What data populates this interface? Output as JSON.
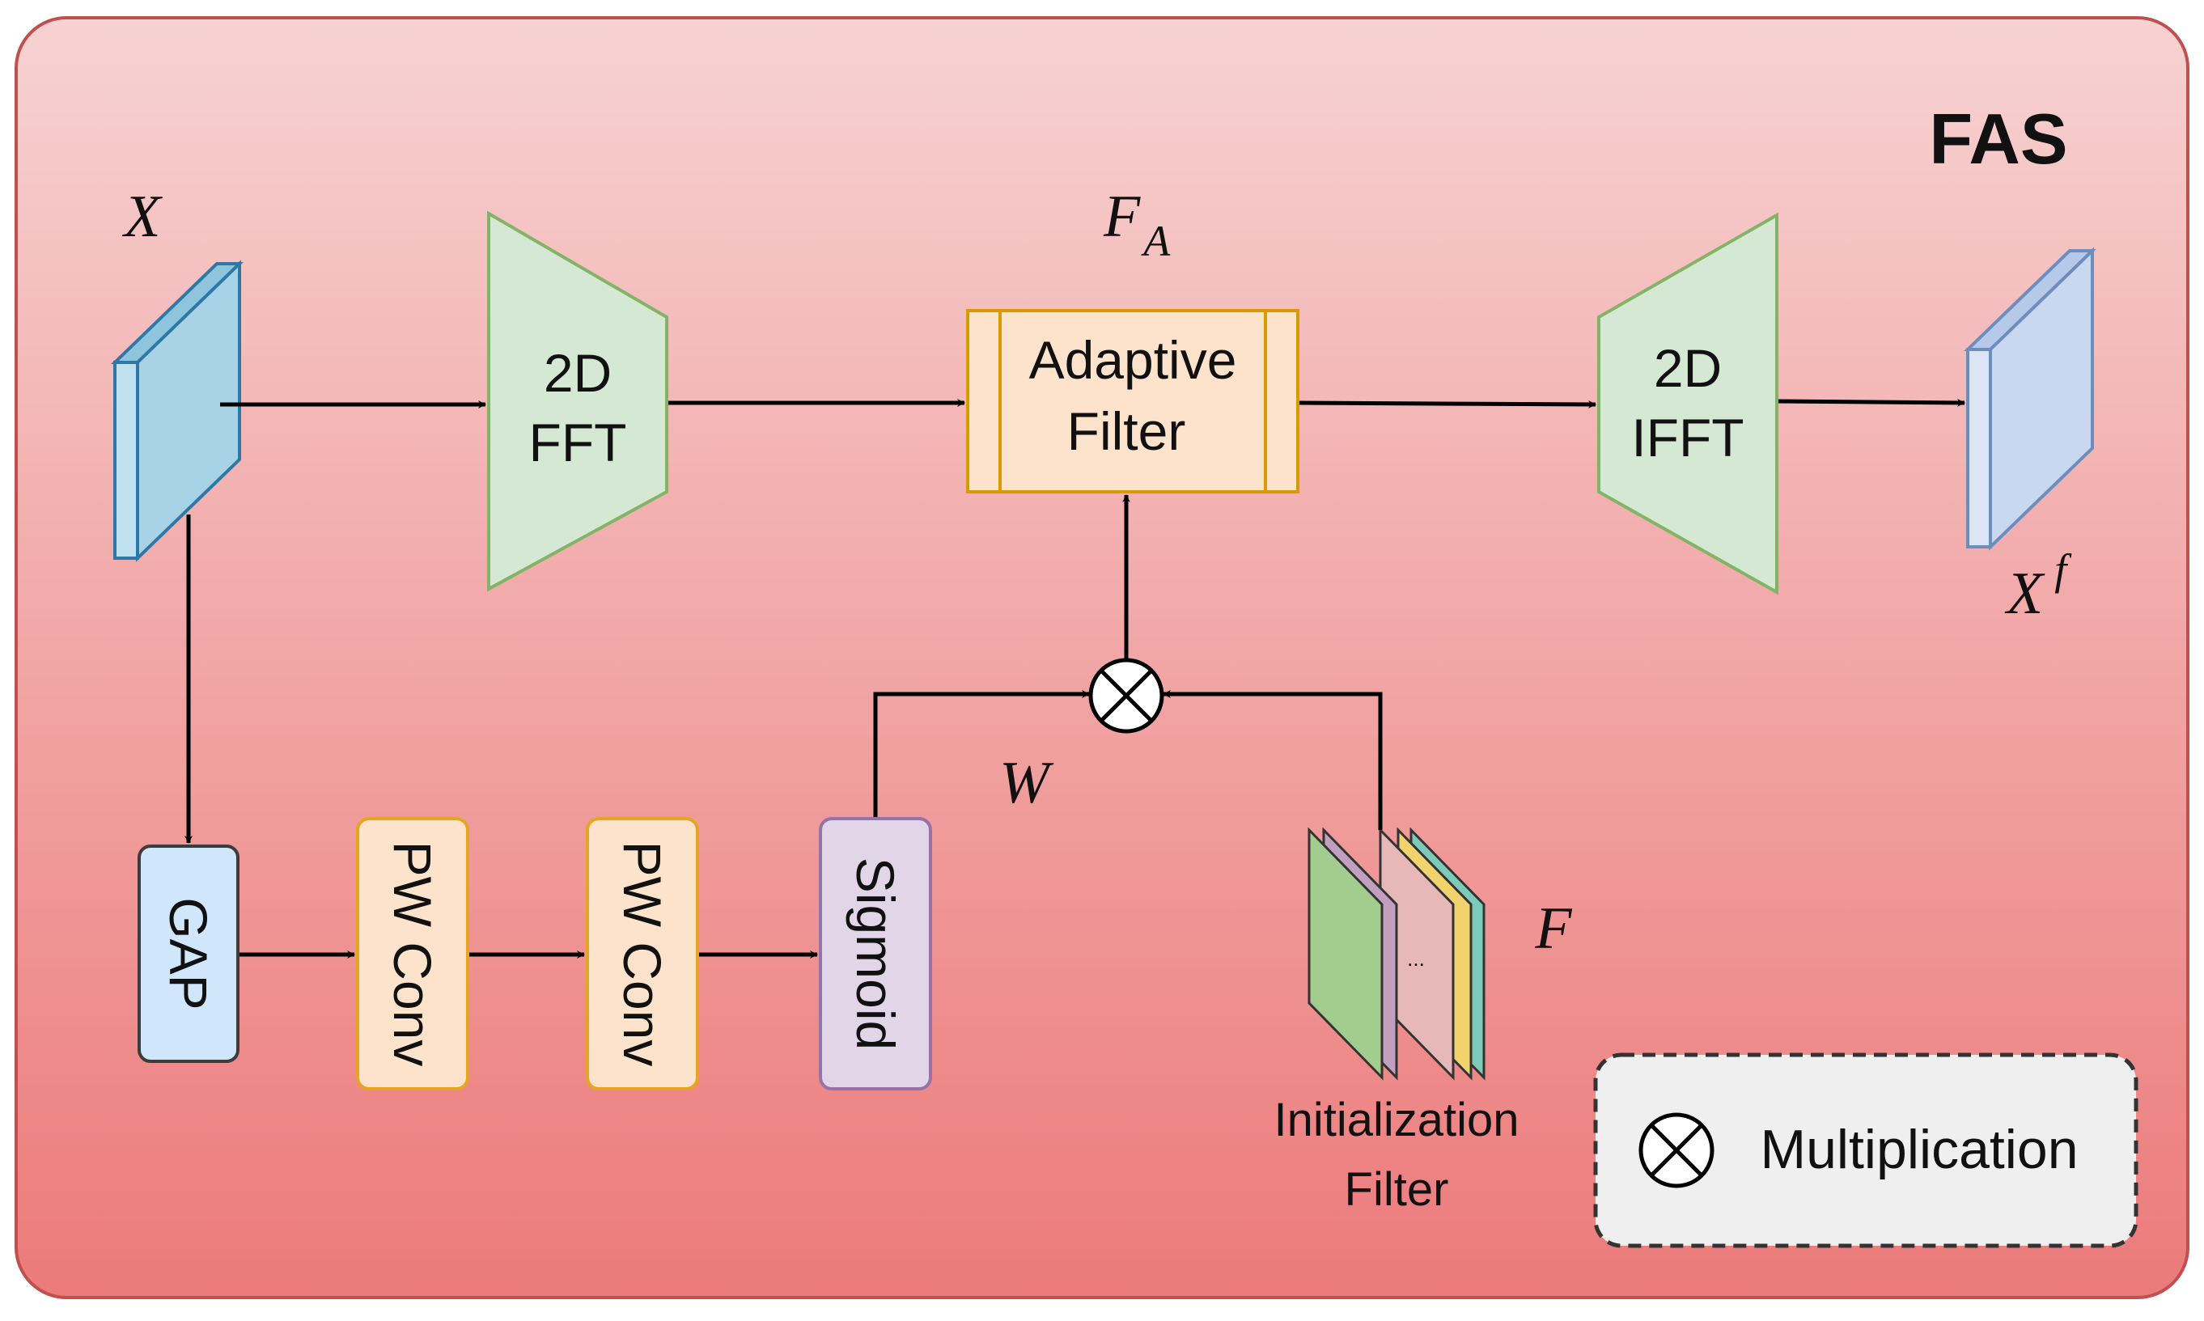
{
  "module": {
    "title": "FAS"
  },
  "symbols": {
    "input": "X",
    "output_base": "X",
    "output_sup": "f",
    "adaptive_base": "F",
    "adaptive_sub": "A",
    "weight": "W",
    "filter_bank": "F"
  },
  "blocks": {
    "fft": [
      "2D",
      "FFT"
    ],
    "adaptive_filter": [
      "Adaptive",
      "Filter"
    ],
    "ifft": [
      "2D",
      "IFFT"
    ],
    "gap": "GAP",
    "pwconv1": "PW Conv",
    "pwconv2": "PW Conv",
    "sigmoid": "Sigmoid"
  },
  "filter_bank": {
    "ellipsis": "...",
    "caption": [
      "Initialization",
      "Filter"
    ]
  },
  "legend": {
    "label": "Multiplication"
  },
  "colors": {
    "background_top": "#f7d2d2",
    "background_bottom": "#ec7a7a",
    "border": "#c0504d",
    "tensor_blue": "#a8d2e6",
    "tensor_output": "#c9d7ef",
    "fft_fill": "#d5e8d4",
    "fft_stroke": "#82b366",
    "adaptive_fill": "#fde3cc",
    "adaptive_stroke": "#d79b00",
    "gap_fill": "#cfe6fb",
    "pwconv_fill": "#fde3cc",
    "pwconv_stroke": "#e6a520",
    "sigmoid_fill": "#e1d5e7",
    "sigmoid_stroke": "#9673a6",
    "legend_fill": "#efefef"
  }
}
